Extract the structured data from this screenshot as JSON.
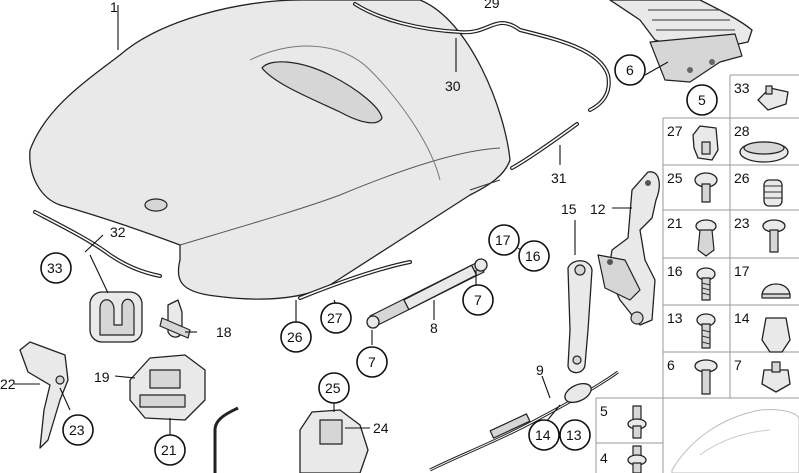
{
  "diagram": {
    "callouts": [
      {
        "id": "c1",
        "text": "1"
      },
      {
        "id": "c29",
        "text": "29"
      },
      {
        "id": "c30",
        "text": "30"
      },
      {
        "id": "c31",
        "text": "31"
      },
      {
        "id": "c32",
        "text": "32"
      },
      {
        "id": "c33",
        "text": "33"
      },
      {
        "id": "c26",
        "text": "26"
      },
      {
        "id": "c27",
        "text": "27"
      },
      {
        "id": "c8",
        "text": "8"
      },
      {
        "id": "c7a",
        "text": "7"
      },
      {
        "id": "c7b",
        "text": "7"
      },
      {
        "id": "c17",
        "text": "17"
      },
      {
        "id": "c16",
        "text": "16"
      },
      {
        "id": "c15",
        "text": "15"
      },
      {
        "id": "c12",
        "text": "12"
      },
      {
        "id": "c6",
        "text": "6"
      },
      {
        "id": "c5",
        "text": "5"
      },
      {
        "id": "c18",
        "text": "18"
      },
      {
        "id": "c19",
        "text": "19"
      },
      {
        "id": "c22",
        "text": "22"
      },
      {
        "id": "c23",
        "text": "23"
      },
      {
        "id": "c21",
        "text": "21"
      },
      {
        "id": "c25",
        "text": "25"
      },
      {
        "id": "c24",
        "text": "24"
      },
      {
        "id": "c9",
        "text": "9"
      },
      {
        "id": "c14",
        "text": "14"
      },
      {
        "id": "c13",
        "text": "13"
      }
    ],
    "parts_grid": [
      {
        "text": "33"
      },
      {
        "text": "27"
      },
      {
        "text": "28"
      },
      {
        "text": "25"
      },
      {
        "text": "26"
      },
      {
        "text": "21"
      },
      {
        "text": "23"
      },
      {
        "text": "16"
      },
      {
        "text": "17"
      },
      {
        "text": "13"
      },
      {
        "text": "14"
      },
      {
        "text": "6"
      },
      {
        "text": "7"
      },
      {
        "text": "5"
      },
      {
        "text": "4"
      }
    ]
  }
}
